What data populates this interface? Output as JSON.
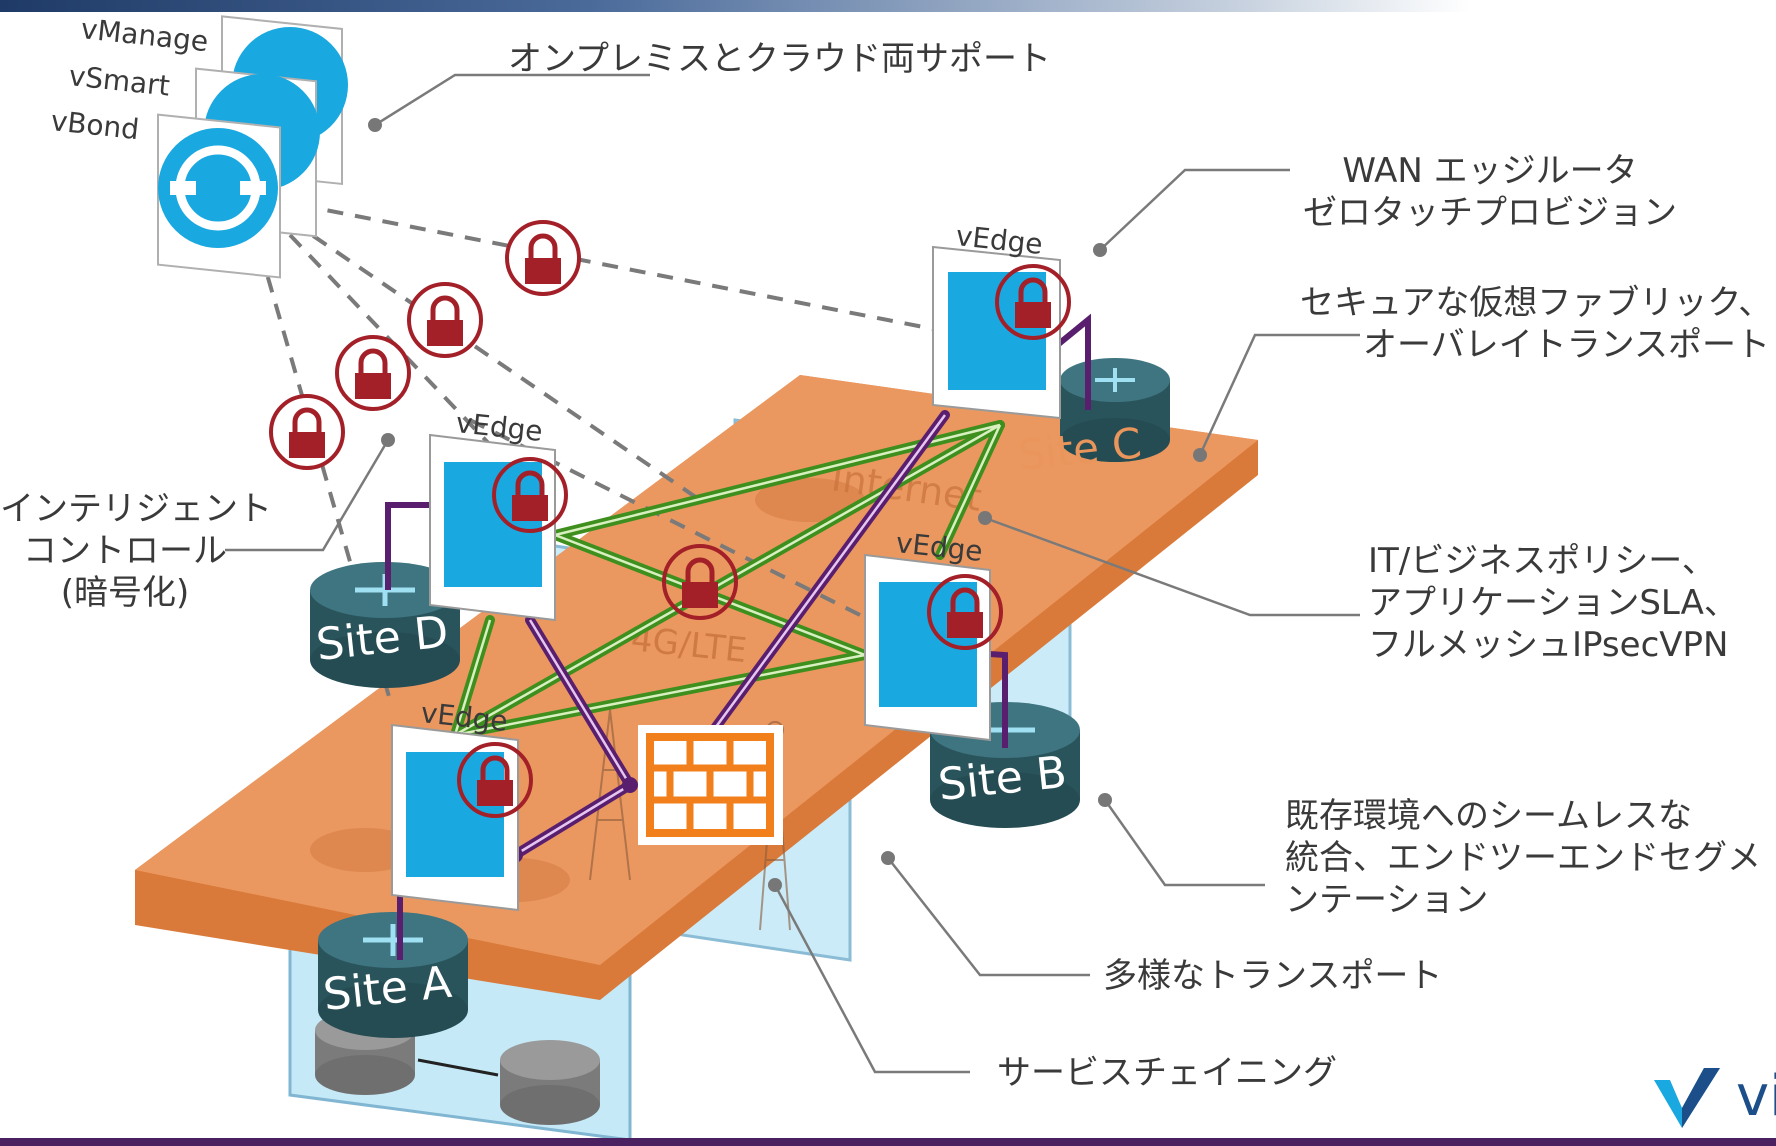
{
  "controllers": {
    "vmanage": "vManage",
    "vsmart": "vSmart",
    "vbond": "vBond"
  },
  "sites": {
    "a": "Site A",
    "b": "Site B",
    "c": "Site C",
    "d": "Site D"
  },
  "vedge_label": "vEdge",
  "transports": {
    "internet": "Internet",
    "lte": "4G/LTE"
  },
  "callouts": {
    "onprem_cloud": "オンプレミスとクラウド両サポート",
    "wan_edge": [
      "WAN エッジルータ",
      "ゼロタッチプロビジョン"
    ],
    "secure_fabric": [
      "セキュアな仮想ファブリック、",
      "オーバレイトランスポート"
    ],
    "intelligent_control": [
      "インテリジェント",
      "コントロール",
      "(暗号化)"
    ],
    "policy": [
      "IT/ビジネスポリシー、",
      "アプリケーションSLA、",
      "フルメッシュIPsecVPN"
    ],
    "integration": [
      "既存環境へのシームレスな",
      "統合、エンドツーエンドセグメ",
      "ンテーション"
    ],
    "transport": "多様なトランスポート",
    "service_chaining": "サービスチェイニング"
  },
  "brand": {
    "text": "vi"
  },
  "colors": {
    "orange_slab": "#e9955b",
    "vedge_blue": "#1aa8e0",
    "router_teal": "#2f5d66",
    "lock_red": "#a32028",
    "mesh_green": "#3f8f1e",
    "service_purple": "#5a1e6e",
    "firewall_orange": "#f07f1c",
    "pane_blue": "#9fdcf2"
  }
}
